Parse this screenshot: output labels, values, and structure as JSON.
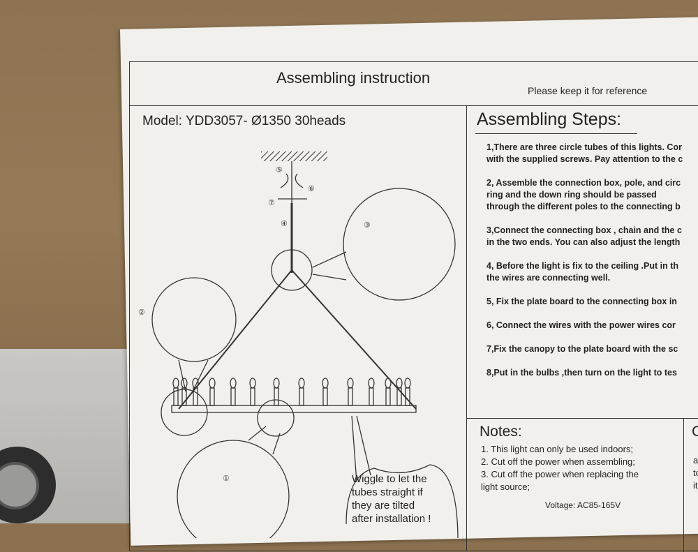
{
  "document": {
    "title": "Assembling instruction",
    "keep_note": "Please keep it for reference",
    "model": "Model: YDD3057- Ø1350   30heads"
  },
  "diagram": {
    "callouts": [
      "①",
      "②",
      "③",
      "④",
      "⑤",
      "⑥",
      "⑦"
    ],
    "bubble_lines": [
      "Wiggle to let the",
      "tubes straight if",
      "they are tilted",
      "after installation !"
    ]
  },
  "steps": {
    "title": "Assembling Steps:",
    "items": [
      "1,There are three circle tubes of this lights.  Cor",
      "with the supplied screws. Pay attention to the c",
      "2, Assemble the connection box, pole, and circ",
      "ring and the down ring should be passed",
      "through the different poles to the connecting b",
      "3,Connect the connecting box , chain and the c",
      "in the two ends. You can also adjust the length",
      "4, Before the light is fix to the ceiling .Put in th",
      "the wires are connecting well.",
      "5, Fix the plate board to the connecting box in",
      "6, Connect the wires with the power wires cor",
      "7,Fix the canopy to the plate board with the sc",
      "8,Put in the bulbs ,then turn on the light to tes"
    ]
  },
  "notes": {
    "title": "Notes:",
    "items": [
      "1. This light can only be used indoors;",
      "2. Cut off the  power when assembling;",
      "3. Cut off the power when replacing the",
      "light source;"
    ],
    "voltage": "Voltage: AC85-165V"
  },
  "side_section": {
    "title": "C",
    "fragments": [
      "ar",
      "tc",
      "it"
    ]
  }
}
